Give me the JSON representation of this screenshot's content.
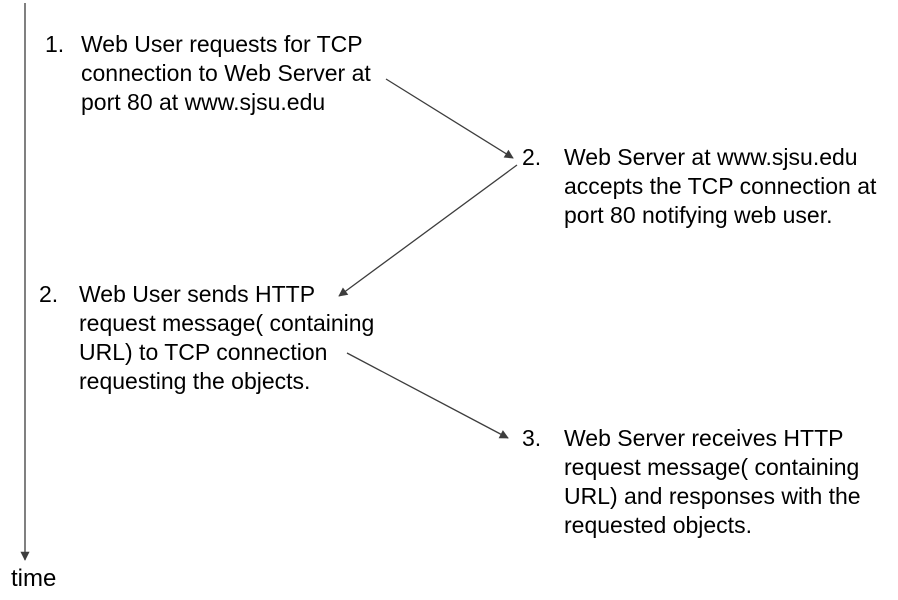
{
  "diagram": {
    "time_label": "time",
    "steps": [
      {
        "number": "1.",
        "side": "left",
        "actor": "web-user",
        "text": "Web User requests for TCP\nconnection to Web Server at\nport 80 at www.sjsu.edu"
      },
      {
        "number": "2.",
        "side": "right",
        "actor": "web-server",
        "text": "Web Server at www.sjsu.edu\naccepts the TCP connection at\nport 80 notifying web user."
      },
      {
        "number": "2.",
        "side": "left",
        "actor": "web-user",
        "text": "Web User sends HTTP\nrequest message( containing\nURL)  to TCP connection\nrequesting the objects."
      },
      {
        "number": "3.",
        "side": "right",
        "actor": "web-server",
        "text": "Web Server receives HTTP\nrequest message( containing\nURL) and responses with the\nrequested objects."
      }
    ],
    "colors": {
      "background": "#ffffff",
      "text": "#000000",
      "line": "#3d3d3d"
    }
  }
}
